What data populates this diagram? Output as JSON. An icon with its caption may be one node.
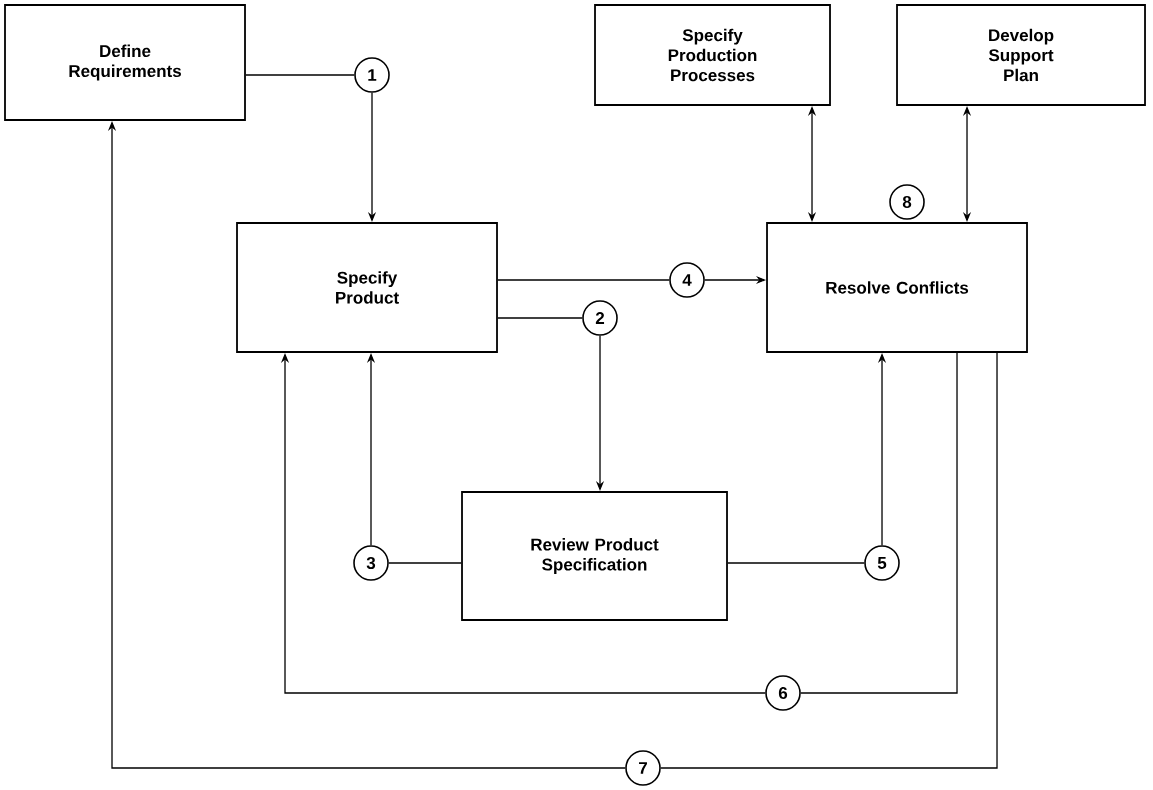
{
  "diagram": {
    "nodes": [
      {
        "text": [
          "Define Requirements"
        ]
      },
      {
        "text": [
          "Specify Production Processes"
        ]
      },
      {
        "text": [
          "Develop Support Plan"
        ]
      },
      {
        "text": [
          "Specify Product"
        ]
      },
      {
        "text": [
          "Resolve Conflicts"
        ]
      },
      {
        "text": [
          "Review Product Specification"
        ]
      },
      {
        "text": [
          "1"
        ]
      },
      {
        "text": [
          "2"
        ]
      },
      {
        "text": [
          "3"
        ]
      },
      {
        "text": [
          "4"
        ]
      },
      {
        "text": [
          "5"
        ]
      },
      {
        "text": [
          "6"
        ]
      },
      {
        "text": [
          "7"
        ]
      },
      {
        "text": [
          "8"
        ]
      }
    ],
    "edges": [
      {
        "from": 0,
        "to": 6,
        "arrow": "none"
      },
      {
        "from": 6,
        "to": 3,
        "arrow": "to"
      },
      {
        "from": 3,
        "to": 9,
        "arrow": "none"
      },
      {
        "from": 9,
        "to": 4,
        "arrow": "to"
      },
      {
        "from": 3,
        "to": 7,
        "arrow": "none"
      },
      {
        "from": 7,
        "to": 5,
        "arrow": "to"
      },
      {
        "from": 5,
        "to": 8,
        "arrow": "none"
      },
      {
        "from": 8,
        "to": 3,
        "arrow": "to"
      },
      {
        "from": 5,
        "to": 10,
        "arrow": "none"
      },
      {
        "from": 10,
        "to": 4,
        "arrow": "to"
      },
      {
        "from": 4,
        "to": 11,
        "arrow": "none"
      },
      {
        "from": 11,
        "to": 3,
        "arrow": "to"
      },
      {
        "from": 4,
        "to": 12,
        "arrow": "none"
      },
      {
        "from": 12,
        "to": 0,
        "arrow": "to"
      },
      {
        "from": 1,
        "to": 4,
        "arrow": "both"
      },
      {
        "from": 2,
        "to": 4,
        "arrow": "both"
      }
    ]
  }
}
